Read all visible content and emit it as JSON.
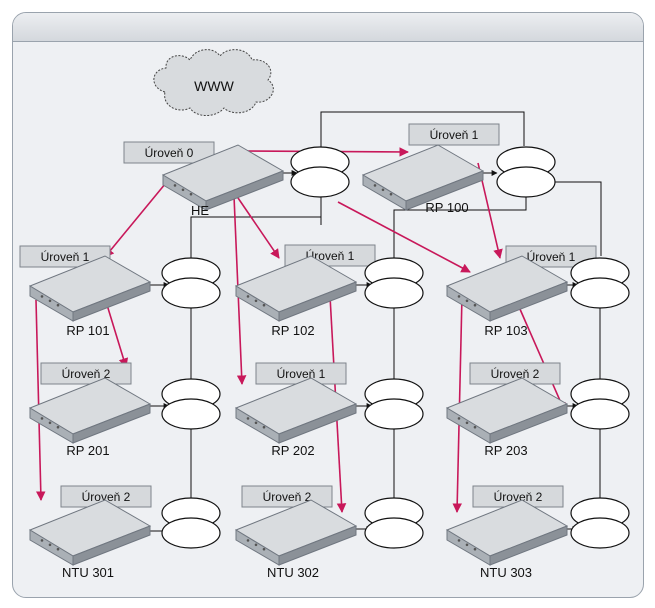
{
  "cloud": {
    "label": "WWW"
  },
  "level_label": "Úroveň",
  "devices": [
    {
      "id": "he",
      "name": "HE",
      "level": "0"
    },
    {
      "id": "rp100",
      "name": "RP 100",
      "level": "1"
    },
    {
      "id": "rp101",
      "name": "RP 101",
      "level": "1"
    },
    {
      "id": "rp102",
      "name": "RP 102",
      "level": "1"
    },
    {
      "id": "rp103",
      "name": "RP 103",
      "level": "1"
    },
    {
      "id": "rp201",
      "name": "RP 201",
      "level": "2"
    },
    {
      "id": "rp202",
      "name": "RP 202",
      "level": "1"
    },
    {
      "id": "rp203",
      "name": "RP 203",
      "level": "2"
    },
    {
      "id": "ntu301",
      "name": "NTU 301",
      "level": "2"
    },
    {
      "id": "ntu302",
      "name": "NTU 302",
      "level": "2"
    },
    {
      "id": "ntu303",
      "name": "NTU 303",
      "level": "2"
    }
  ],
  "colors": {
    "link": "#c8185a",
    "line": "#111111",
    "device_top": "#d9dcdf",
    "device_front": "#aab0b6",
    "label_box": "#d6d9dc"
  }
}
